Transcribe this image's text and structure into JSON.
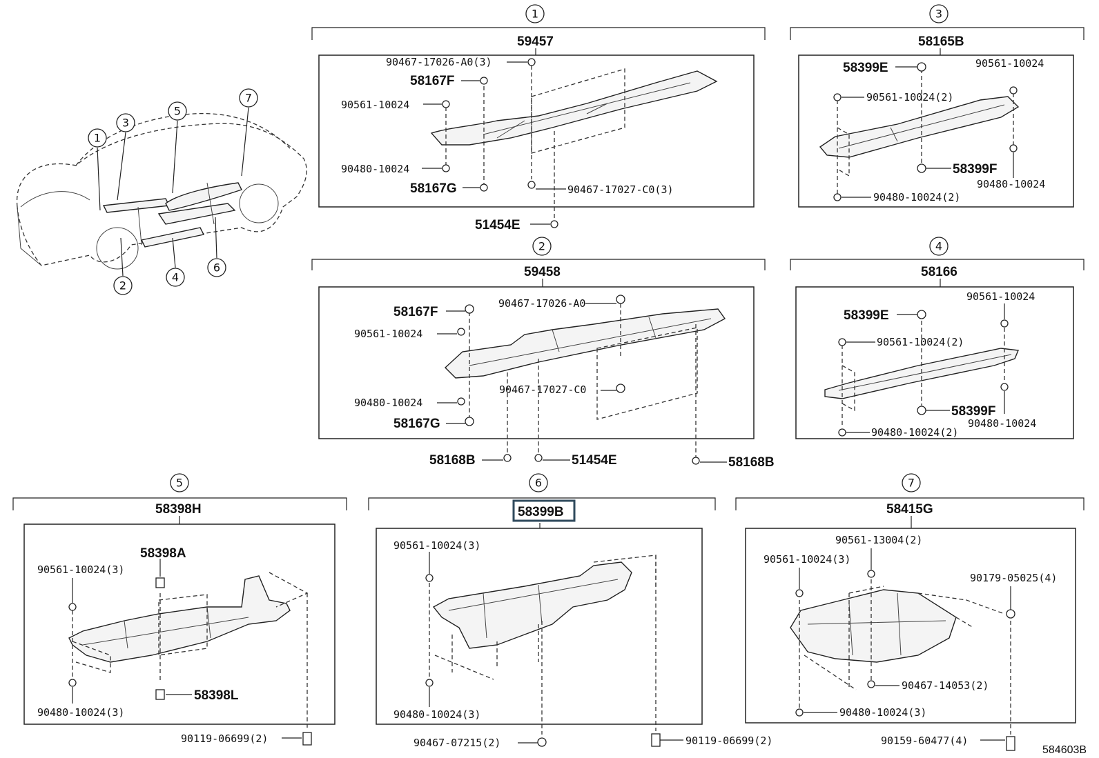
{
  "diagram_id": "584603B",
  "overview": {
    "callouts": [
      "1",
      "3",
      "5",
      "7",
      "2",
      "4",
      "6"
    ]
  },
  "groups": [
    {
      "index": "1",
      "part": "59457",
      "labels": [
        "90467-17026-A0(3)",
        "58167F",
        "90561-10024",
        "90480-10024",
        "58167G",
        "90467-17027-C0(3)",
        "51454E"
      ]
    },
    {
      "index": "3",
      "part": "58165B",
      "labels": [
        "58399E",
        "90561-10024",
        "90561-10024(2)",
        "58399F",
        "90480-10024",
        "90480-10024(2)"
      ]
    },
    {
      "index": "2",
      "part": "59458",
      "labels": [
        "58167F",
        "90467-17026-A0",
        "90561-10024",
        "90467-17027-C0",
        "90480-10024",
        "58167G",
        "58168B",
        "51454E",
        "58168B"
      ]
    },
    {
      "index": "4",
      "part": "58166",
      "labels": [
        "58399E",
        "90561-10024",
        "90561-10024(2)",
        "58399F",
        "90480-10024",
        "90480-10024(2)"
      ]
    },
    {
      "index": "5",
      "part": "58398H",
      "labels": [
        "58398A",
        "90561-10024(3)",
        "58398L",
        "90480-10024(3)",
        "90119-06699(2)"
      ]
    },
    {
      "index": "6",
      "part": "58399B",
      "highlighted": true,
      "labels": [
        "90561-10024(3)",
        "90480-10024(3)",
        "90467-07215(2)",
        "90119-06699(2)"
      ]
    },
    {
      "index": "7",
      "part": "58415G",
      "labels": [
        "90561-13004(2)",
        "90561-10024(3)",
        "90179-05025(4)",
        "90467-14053(2)",
        "90480-10024(3)",
        "90159-60477(4)"
      ]
    }
  ],
  "colors": {
    "highlight": "#2f4a5c"
  }
}
